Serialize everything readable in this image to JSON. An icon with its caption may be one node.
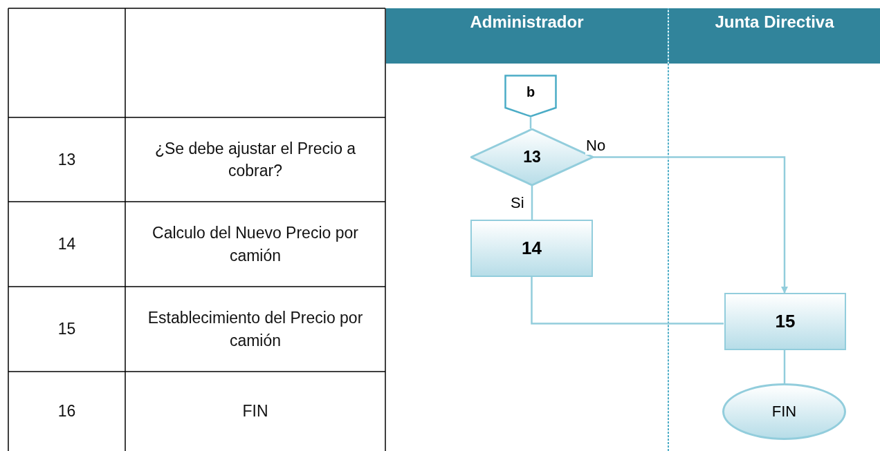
{
  "diagram": {
    "nodes": [
      {
        "text": [
          "Administrador"
        ]
      },
      {
        "text": [
          "Junta Directiva"
        ]
      },
      {
        "text": [
          "b"
        ],
        "in": 0
      },
      {
        "text": [
          "13"
        ],
        "in": 0
      },
      {
        "text": [
          "14"
        ],
        "in": 0
      },
      {
        "text": [
          "15"
        ],
        "in": 1
      },
      {
        "text": [
          "FIN"
        ],
        "in": 1
      }
    ],
    "edges": [
      {
        "from": 2,
        "to": 3,
        "arrow": "none"
      },
      {
        "from": 3,
        "to": 4,
        "arrow": "none",
        "label": "Si"
      },
      {
        "from": 3,
        "to": 5,
        "arrow": "to",
        "label": "No"
      },
      {
        "from": 4,
        "to": 5,
        "arrow": "none"
      },
      {
        "from": 5,
        "to": 6,
        "arrow": "none"
      }
    ],
    "labels": [
      "13",
      "¿Se debe ajustar el Precio a cobrar?",
      "14",
      "Calculo del Nuevo Precio por camión",
      "15",
      "Establecimiento del Precio por camión",
      "16",
      "FIN"
    ]
  }
}
